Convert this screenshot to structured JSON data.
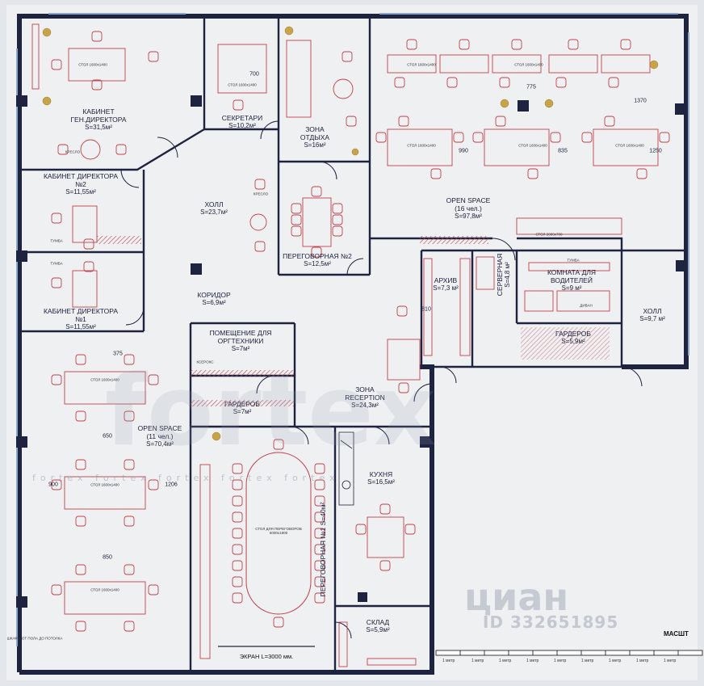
{
  "rooms": [
    {
      "id": "gen",
      "name": "КАБИНЕТ\nГЕН.ДИРЕКТОРА",
      "area": "S=31,5м²"
    },
    {
      "id": "secr",
      "name": "СЕКРЕТАРИ",
      "area": "S=10,2м²"
    },
    {
      "id": "rest",
      "name": "ЗОНА\nОТДЫХА",
      "area": "S=16м²"
    },
    {
      "id": "dir2",
      "name": "КАБИНЕТ ДИРЕКТОРА\n№2",
      "area": "S=11,55м²"
    },
    {
      "id": "hall1",
      "name": "ХОЛЛ",
      "area": "S=23,7м²"
    },
    {
      "id": "meet2",
      "name": "ПЕРЕГОВОРНАЯ №2",
      "area": "S=12,5м²"
    },
    {
      "id": "open1",
      "name": "OPEN SPACE\n(16 чел.)",
      "area": "S=97,8м²"
    },
    {
      "id": "dir1",
      "name": "КАБИНЕТ ДИРЕКТОРА\n№1",
      "area": "S=11,55м²"
    },
    {
      "id": "corr",
      "name": "КОРИДОР",
      "area": "S=6,9м²"
    },
    {
      "id": "arch",
      "name": "АРХИВ",
      "area": "S=7,3 м²"
    },
    {
      "id": "serv",
      "name": "СЕРВЕРНАЯ",
      "area": "S=4,8 м²"
    },
    {
      "id": "drivers",
      "name": "КОМНАТА ДЛЯ\nВОДИТЕЛЕЙ",
      "area": "S=9 м²"
    },
    {
      "id": "hall2",
      "name": "ХОЛЛ",
      "area": "S=9,7 м²"
    },
    {
      "id": "garder2",
      "name": "ГАРДЕРОБ",
      "area": "S=5,9м²"
    },
    {
      "id": "orgt",
      "name": "ПОМЕЩЕНИЕ ДЛЯ\nОРГТЕХНИКИ",
      "area": "S=7м²"
    },
    {
      "id": "garder1",
      "name": "ГАРДЕРОБ",
      "area": "S=7м²"
    },
    {
      "id": "recep",
      "name": "ЗОНА\nRECEPTION",
      "area": "S=24,3м²"
    },
    {
      "id": "open2",
      "name": "OPEN SPACE\n(11 чел.)",
      "area": "S=70,4м²"
    },
    {
      "id": "kitchen",
      "name": "КУХНЯ",
      "area": "S=16,5м²"
    },
    {
      "id": "sklad",
      "name": "СКЛАД",
      "area": "S=5,9м²"
    },
    {
      "id": "meet1",
      "name": "ПЕРЕГОВОРНАЯ №1 S=40м²",
      "area": ""
    }
  ],
  "dimensions": [
    "700",
    "775",
    "1370",
    "990",
    "835",
    "1250",
    "375",
    "810",
    "650",
    "900",
    "1206",
    "850"
  ],
  "furniture_text": {
    "desk": "СТОЛ 1600х1400",
    "desk_short": "СТОЛ 2000х700",
    "tumba": "ТУМБА",
    "kreslo": "КРЕСЛО",
    "divan": "ДИВАН",
    "meeting_table": "СТОЛ ДЛЯ ПЕРЕГОВОРОВ 6000х1800",
    "shkaf": "ШКАФЫ ОТ ПОЛА ДО ПОТОЛКА",
    "kopir": "КСЕРОКС"
  },
  "screen_label": "ЭКРАН L=3000 мм.",
  "scale": {
    "title": "МАСШТ",
    "unit": "1 метр"
  },
  "watermark": {
    "text": "fortex",
    "line": "fortex fortex fortex fortex fortex"
  },
  "logo": {
    "brand": "циан",
    "id": "ID 332651895"
  },
  "colors": {
    "wall": "#1e2340",
    "furniture": "#c2414a",
    "paper": "#eef0f2",
    "glass": "#8aa7c8"
  }
}
